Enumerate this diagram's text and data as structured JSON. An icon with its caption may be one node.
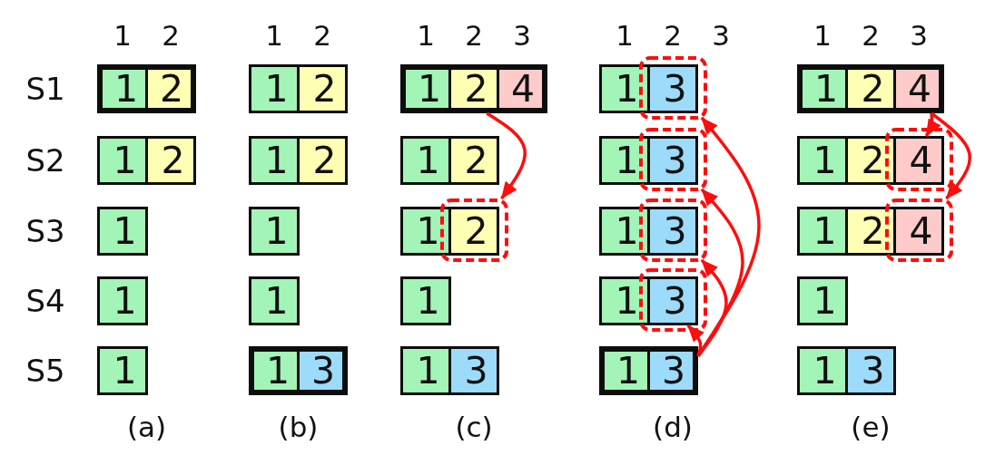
{
  "diagram": {
    "nodes": [
      {
        "text": [
          "1"
        ]
      },
      {
        "text": [
          "2"
        ]
      },
      {
        "text": [
          "1"
        ]
      },
      {
        "text": [
          "2"
        ]
      },
      {
        "text": [
          "1"
        ]
      },
      {
        "text": [
          "2"
        ]
      },
      {
        "text": [
          "4"
        ]
      },
      {
        "text": [
          "1"
        ]
      },
      {
        "text": [],
        "shape": "box"
      },
      {
        "text": [
          "3"
        ],
        "in": 8
      },
      {
        "text": [
          "1"
        ]
      },
      {
        "text": [
          "2"
        ]
      },
      {
        "text": [
          "4"
        ]
      },
      {
        "text": [
          "1"
        ]
      },
      {
        "text": [
          "2"
        ]
      },
      {
        "text": [
          "1"
        ]
      },
      {
        "text": [
          "2"
        ]
      },
      {
        "text": [
          "1"
        ]
      },
      {
        "text": [
          "2"
        ]
      },
      {
        "text": [
          "1"
        ]
      },
      {
        "text": [],
        "shape": "box"
      },
      {
        "text": [
          "3"
        ],
        "in": 20
      },
      {
        "text": [
          "1"
        ]
      },
      {
        "text": [
          "2"
        ]
      },
      {
        "text": [],
        "shape": "box"
      },
      {
        "text": [
          "4"
        ],
        "in": 24
      },
      {
        "text": [
          "1"
        ]
      },
      {
        "text": [
          "1"
        ]
      },
      {
        "text": [
          "1"
        ]
      },
      {
        "text": [],
        "shape": "box"
      },
      {
        "text": [
          "2"
        ],
        "in": 29
      },
      {
        "text": [
          "1"
        ]
      },
      {
        "text": [],
        "shape": "box"
      },
      {
        "text": [
          "3"
        ],
        "in": 32
      },
      {
        "text": [
          "1"
        ]
      },
      {
        "text": [
          "2"
        ]
      },
      {
        "text": [],
        "shape": "box"
      },
      {
        "text": [
          "4"
        ],
        "in": 36
      },
      {
        "text": [
          "1"
        ]
      },
      {
        "text": [
          "1"
        ]
      },
      {
        "text": [
          "1"
        ]
      },
      {
        "text": [
          "1"
        ]
      },
      {
        "text": [],
        "shape": "box"
      },
      {
        "text": [
          "3"
        ],
        "in": 42
      },
      {
        "text": [
          "1"
        ]
      },
      {
        "text": [
          "1"
        ]
      },
      {
        "text": [
          "1"
        ]
      },
      {
        "text": [
          "3"
        ]
      },
      {
        "text": [
          "1"
        ]
      },
      {
        "text": [
          "3"
        ]
      },
      {
        "text": [
          "1"
        ]
      },
      {
        "text": [
          "3"
        ]
      },
      {
        "text": [
          "1"
        ]
      },
      {
        "text": [
          "3"
        ]
      }
    ],
    "edges": [
      {
        "from": 5,
        "to": 29,
        "arrow": "to"
      },
      {
        "from": 51,
        "to": 43,
        "arrow": "to"
      },
      {
        "from": 51,
        "to": 32,
        "arrow": "to"
      },
      {
        "from": 51,
        "to": 20,
        "arrow": "to"
      },
      {
        "from": 51,
        "to": 8,
        "arrow": "to"
      },
      {
        "from": 12,
        "to": 25,
        "arrow": "to"
      },
      {
        "from": 12,
        "to": 36,
        "arrow": "to"
      }
    ],
    "labels": [
      "1",
      "2",
      "1",
      "2",
      "1",
      "2",
      "3",
      "1",
      "2",
      "3",
      "1",
      "2",
      "3",
      "S1",
      "S2",
      "S3",
      "S4",
      "S5",
      "(a)",
      "(b)",
      "(c)",
      "(d)",
      "(e)"
    ]
  }
}
